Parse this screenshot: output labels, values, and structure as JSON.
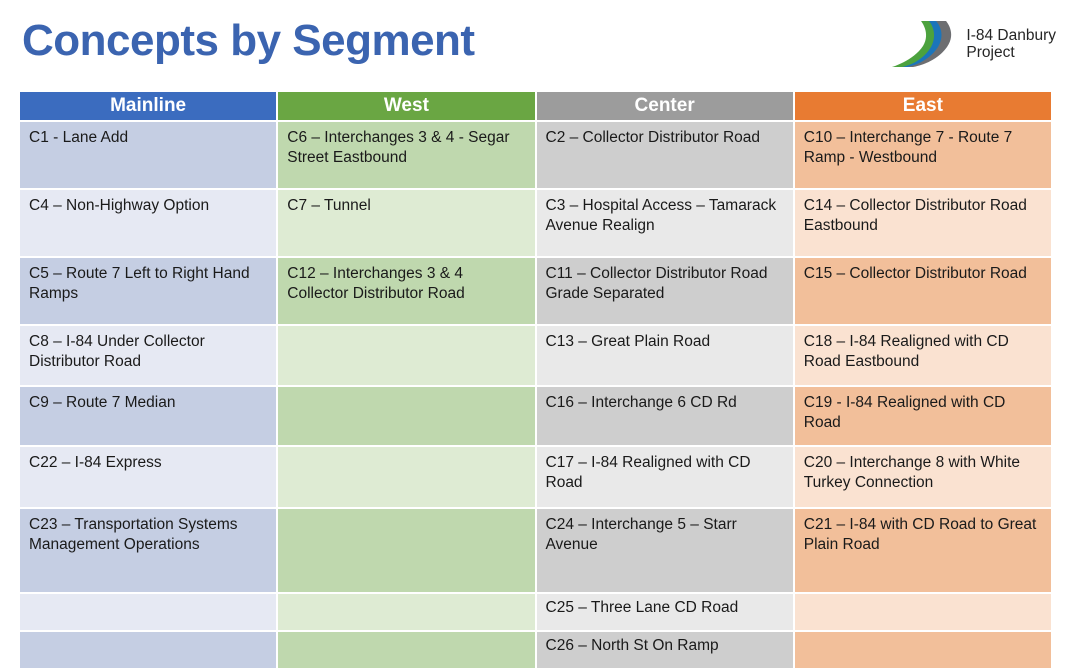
{
  "header": {
    "title": "Concepts by Segment",
    "logo": {
      "icon": "highway-swoosh-logo",
      "text": "I-84 Danbury\nProject",
      "colors": {
        "green": "#4CA23E",
        "blue": "#1B75BB",
        "gray": "#6D6E71"
      }
    }
  },
  "colors": {
    "title": "#3B64B0",
    "mainline_header": "#3B6CBF",
    "west_header": "#6AA643",
    "center_header": "#9C9C9C",
    "east_header": "#E87B32",
    "mainline_dark": "#C5CEE3",
    "mainline_light": "#E6E9F3",
    "west_dark": "#BFD8AE",
    "west_light": "#DEEBD3",
    "center_dark": "#CECECE",
    "center_light": "#E9E9E9",
    "east_dark": "#F2BF9A",
    "east_light": "#FAE2D1"
  },
  "table": {
    "columns": [
      "Mainline",
      "West",
      "Center",
      "East"
    ],
    "rows": [
      {
        "mainline": "C1 - Lane Add",
        "west": "C6 – Interchanges 3 & 4 - Segar Street Eastbound",
        "center": "C2 – Collector Distributor Road",
        "east": "C10 – Interchange 7 - Route 7 Ramp -  Westbound"
      },
      {
        "mainline": "C4 – Non-Highway Option",
        "west": "C7 – Tunnel",
        "center": "C3 – Hospital Access – Tamarack Avenue Realign",
        "east": "C14 – Collector Distributor Road Eastbound"
      },
      {
        "mainline": "C5 – Route 7 Left to Right Hand Ramps",
        "west": "C12 – Interchanges 3 & 4 Collector Distributor Road",
        "center": "C11 – Collector Distributor Road Grade Separated",
        "east": "C15 – Collector Distributor Road"
      },
      {
        "mainline": "C8 – I-84 Under Collector Distributor Road",
        "west": "",
        "center": "C13 – Great Plain Road",
        "east": "C18 – I-84 Realigned with CD Road Eastbound"
      },
      {
        "mainline": "C9 – Route 7 Median",
        "west": "",
        "center": "C16 – Interchange 6 CD Rd",
        "east": "C19 - I-84 Realigned with CD Road"
      },
      {
        "mainline": "C22 – I-84 Express",
        "west": "",
        "center": "C17 – I-84 Realigned with CD Road",
        "east": "C20 – Interchange 8 with White Turkey Connection"
      },
      {
        "mainline": "C23 – Transportation Systems Management Operations",
        "west": "",
        "center": "C24 – Interchange 5 – Starr Avenue",
        "east": "C21 – I-84 with CD Road to Great Plain Road"
      },
      {
        "mainline": "",
        "west": "",
        "center": "C25 – Three Lane CD Road",
        "east": ""
      },
      {
        "mainline": "",
        "west": "",
        "center": "C26 – North St On Ramp",
        "east": ""
      }
    ]
  }
}
